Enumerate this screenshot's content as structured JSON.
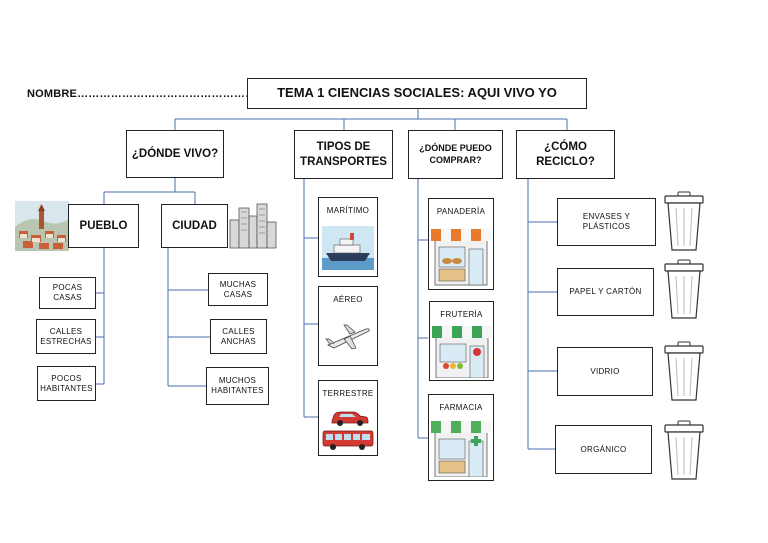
{
  "header": {
    "name_label": "NOMBRE………………………………………….",
    "title": "TEMA 1 CIENCIAS SOCIALES: AQUI VIVO YO"
  },
  "branches": {
    "donde_vivo": {
      "label": "¿DÓNDE VIVO?",
      "pueblo": {
        "label": "PUEBLO",
        "items": [
          "POCAS CASAS",
          "CALLES ESTRECHAS",
          "POCOS HABITANTES"
        ]
      },
      "ciudad": {
        "label": "CIUDAD",
        "items": [
          "MUCHAS CASAS",
          "CALLES ANCHAS",
          "MUCHOS HABITANTES"
        ]
      }
    },
    "transportes": {
      "label": "TIPOS DE TRANSPORTES",
      "items": [
        "MARÍTIMO",
        "AÉREO",
        "TERRESTRE"
      ]
    },
    "comprar": {
      "label": "¿DÓNDE PUEDO COMPRAR?",
      "items": [
        "PANADERÍA",
        "FRUTERÍA",
        "FARMACIA"
      ]
    },
    "reciclo": {
      "label": "¿CÓMO RECICLO?",
      "items": [
        "ENVASES Y PLÁSTICOS",
        "PAPEL Y CARTÓN",
        "VIDRIO",
        "ORGÁNICO"
      ]
    }
  },
  "icons": [
    "village-icon",
    "city-icon",
    "ship-icon",
    "airplane-icon",
    "car-icon",
    "bus-icon",
    "bakery-shop-icon",
    "fruit-shop-icon",
    "pharmacy-shop-icon",
    "trash-bin-icon"
  ],
  "colors": {
    "connector": "#4a6fb0",
    "border": "#222222"
  }
}
